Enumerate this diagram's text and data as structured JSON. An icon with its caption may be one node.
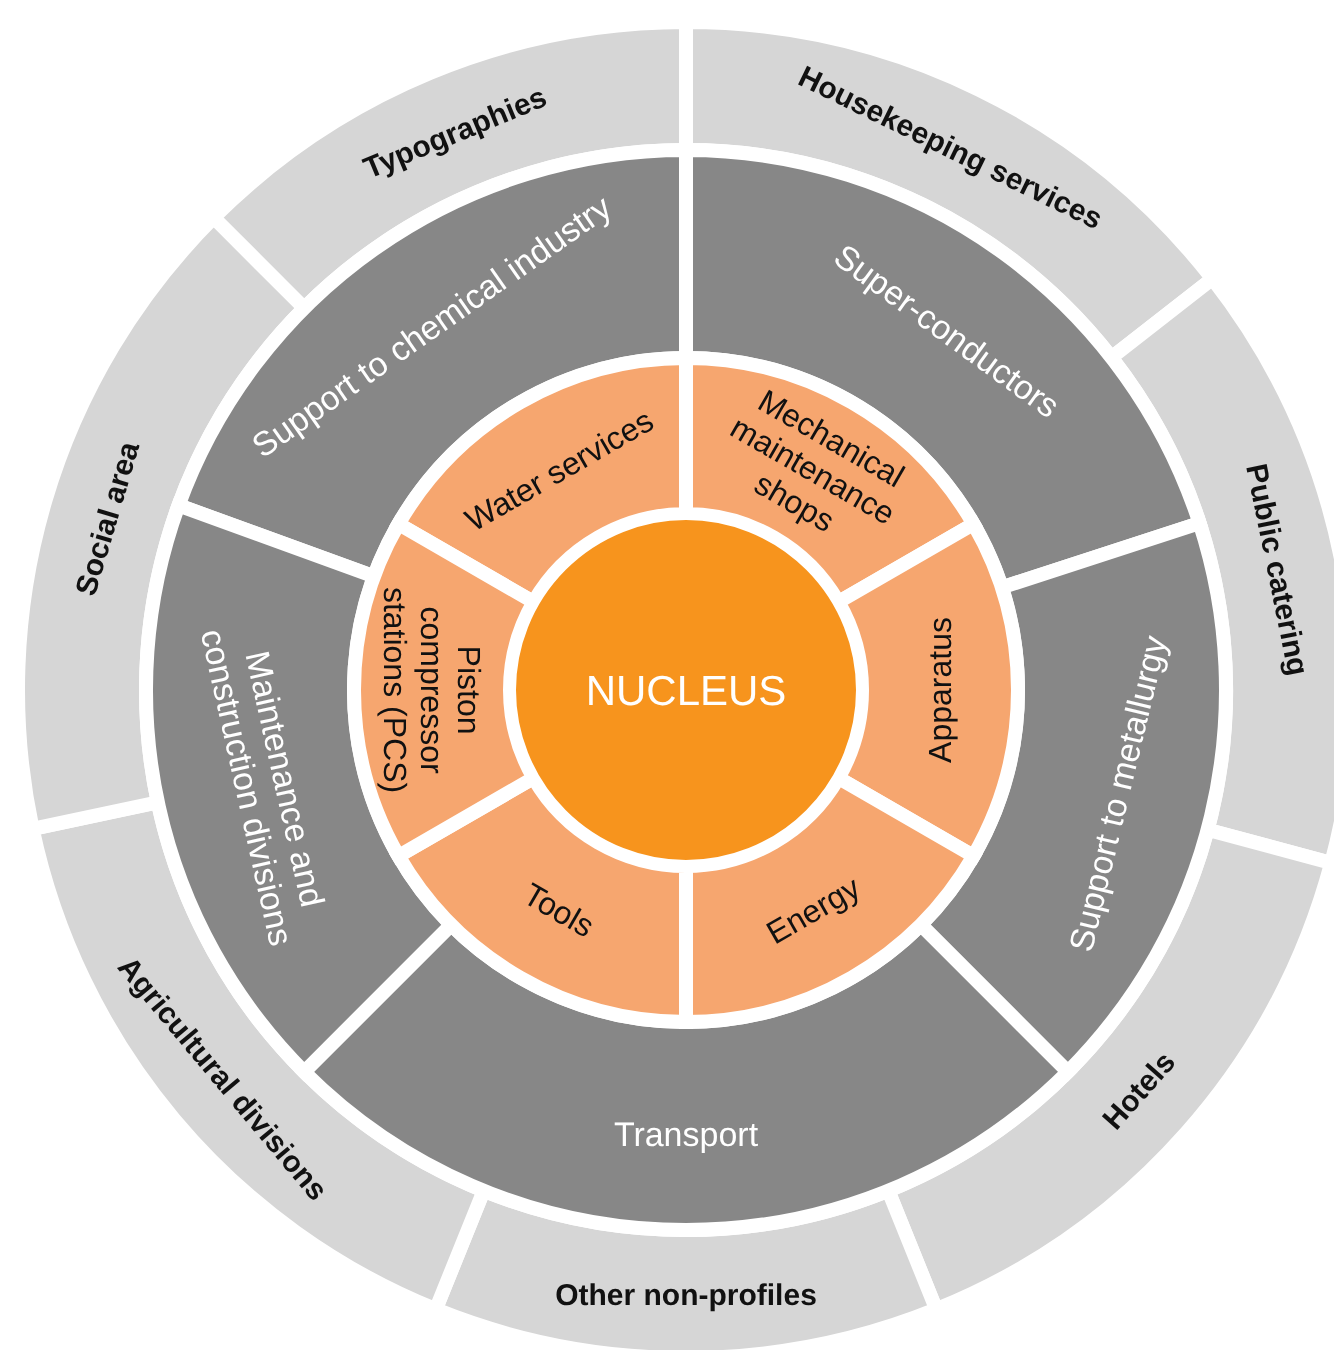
{
  "diagram": {
    "nodes": [
      {
        "text": [
          "Typographies"
        ]
      },
      {
        "text": [
          "Housekeeping services"
        ]
      },
      {
        "text": [
          "Public catering"
        ]
      },
      {
        "text": [
          "Hotels"
        ]
      },
      {
        "text": [
          "Other non-profiles"
        ]
      },
      {
        "text": [
          "Agricultural divisions"
        ]
      },
      {
        "text": [
          "Social area"
        ]
      },
      {
        "text": [
          "Support to chemical industry"
        ]
      },
      {
        "text": [
          "Super-conductors"
        ]
      },
      {
        "text": [
          "Support to metallurgy"
        ]
      },
      {
        "text": [
          "Transport"
        ]
      },
      {
        "text": [
          "Maintenance and construction divisions"
        ]
      },
      {
        "text": [
          "Water services"
        ]
      },
      {
        "text": [
          "Mechanical maintenance shops"
        ]
      },
      {
        "text": [
          "Apparatus"
        ]
      },
      {
        "text": [
          "Energy"
        ]
      },
      {
        "text": [
          "Tools"
        ]
      },
      {
        "text": [
          "Piston compressor stations (PCS)"
        ]
      },
      {
        "text": [
          "NUCLEUS"
        ]
      }
    ]
  }
}
